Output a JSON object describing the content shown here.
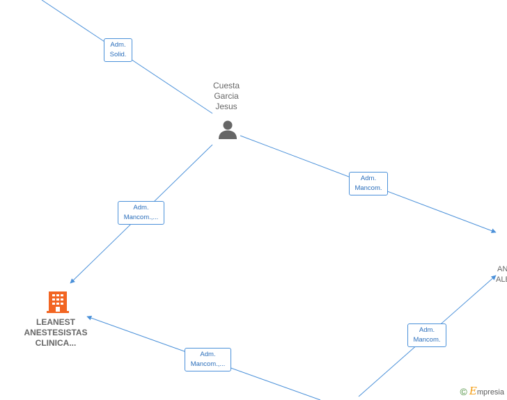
{
  "person": {
    "name_lines": [
      "Cuesta",
      "Garcia",
      "Jesus"
    ]
  },
  "company": {
    "name_lines": [
      "LEANEST",
      "ANESTESISTAS",
      "CLINICA..."
    ]
  },
  "partial_node": {
    "name_lines": [
      "AN",
      "ALE"
    ]
  },
  "edges": [
    {
      "lines": [
        "Adm.",
        "Solid."
      ]
    },
    {
      "lines": [
        "Adm.",
        "Mancom."
      ]
    },
    {
      "lines": [
        "Adm.",
        "Mancom.,..."
      ]
    },
    {
      "lines": [
        "Adm.",
        "Mancom."
      ]
    },
    {
      "lines": [
        "Adm.",
        "Mancom.,..."
      ]
    }
  ],
  "watermark": {
    "copyright": "©",
    "brand_initial": "E",
    "brand_rest": "mpresia"
  },
  "colors": {
    "edge": "#4a90d9",
    "company_icon": "#f26522",
    "person_icon": "#666666",
    "label_text": "#2a6ebb"
  }
}
